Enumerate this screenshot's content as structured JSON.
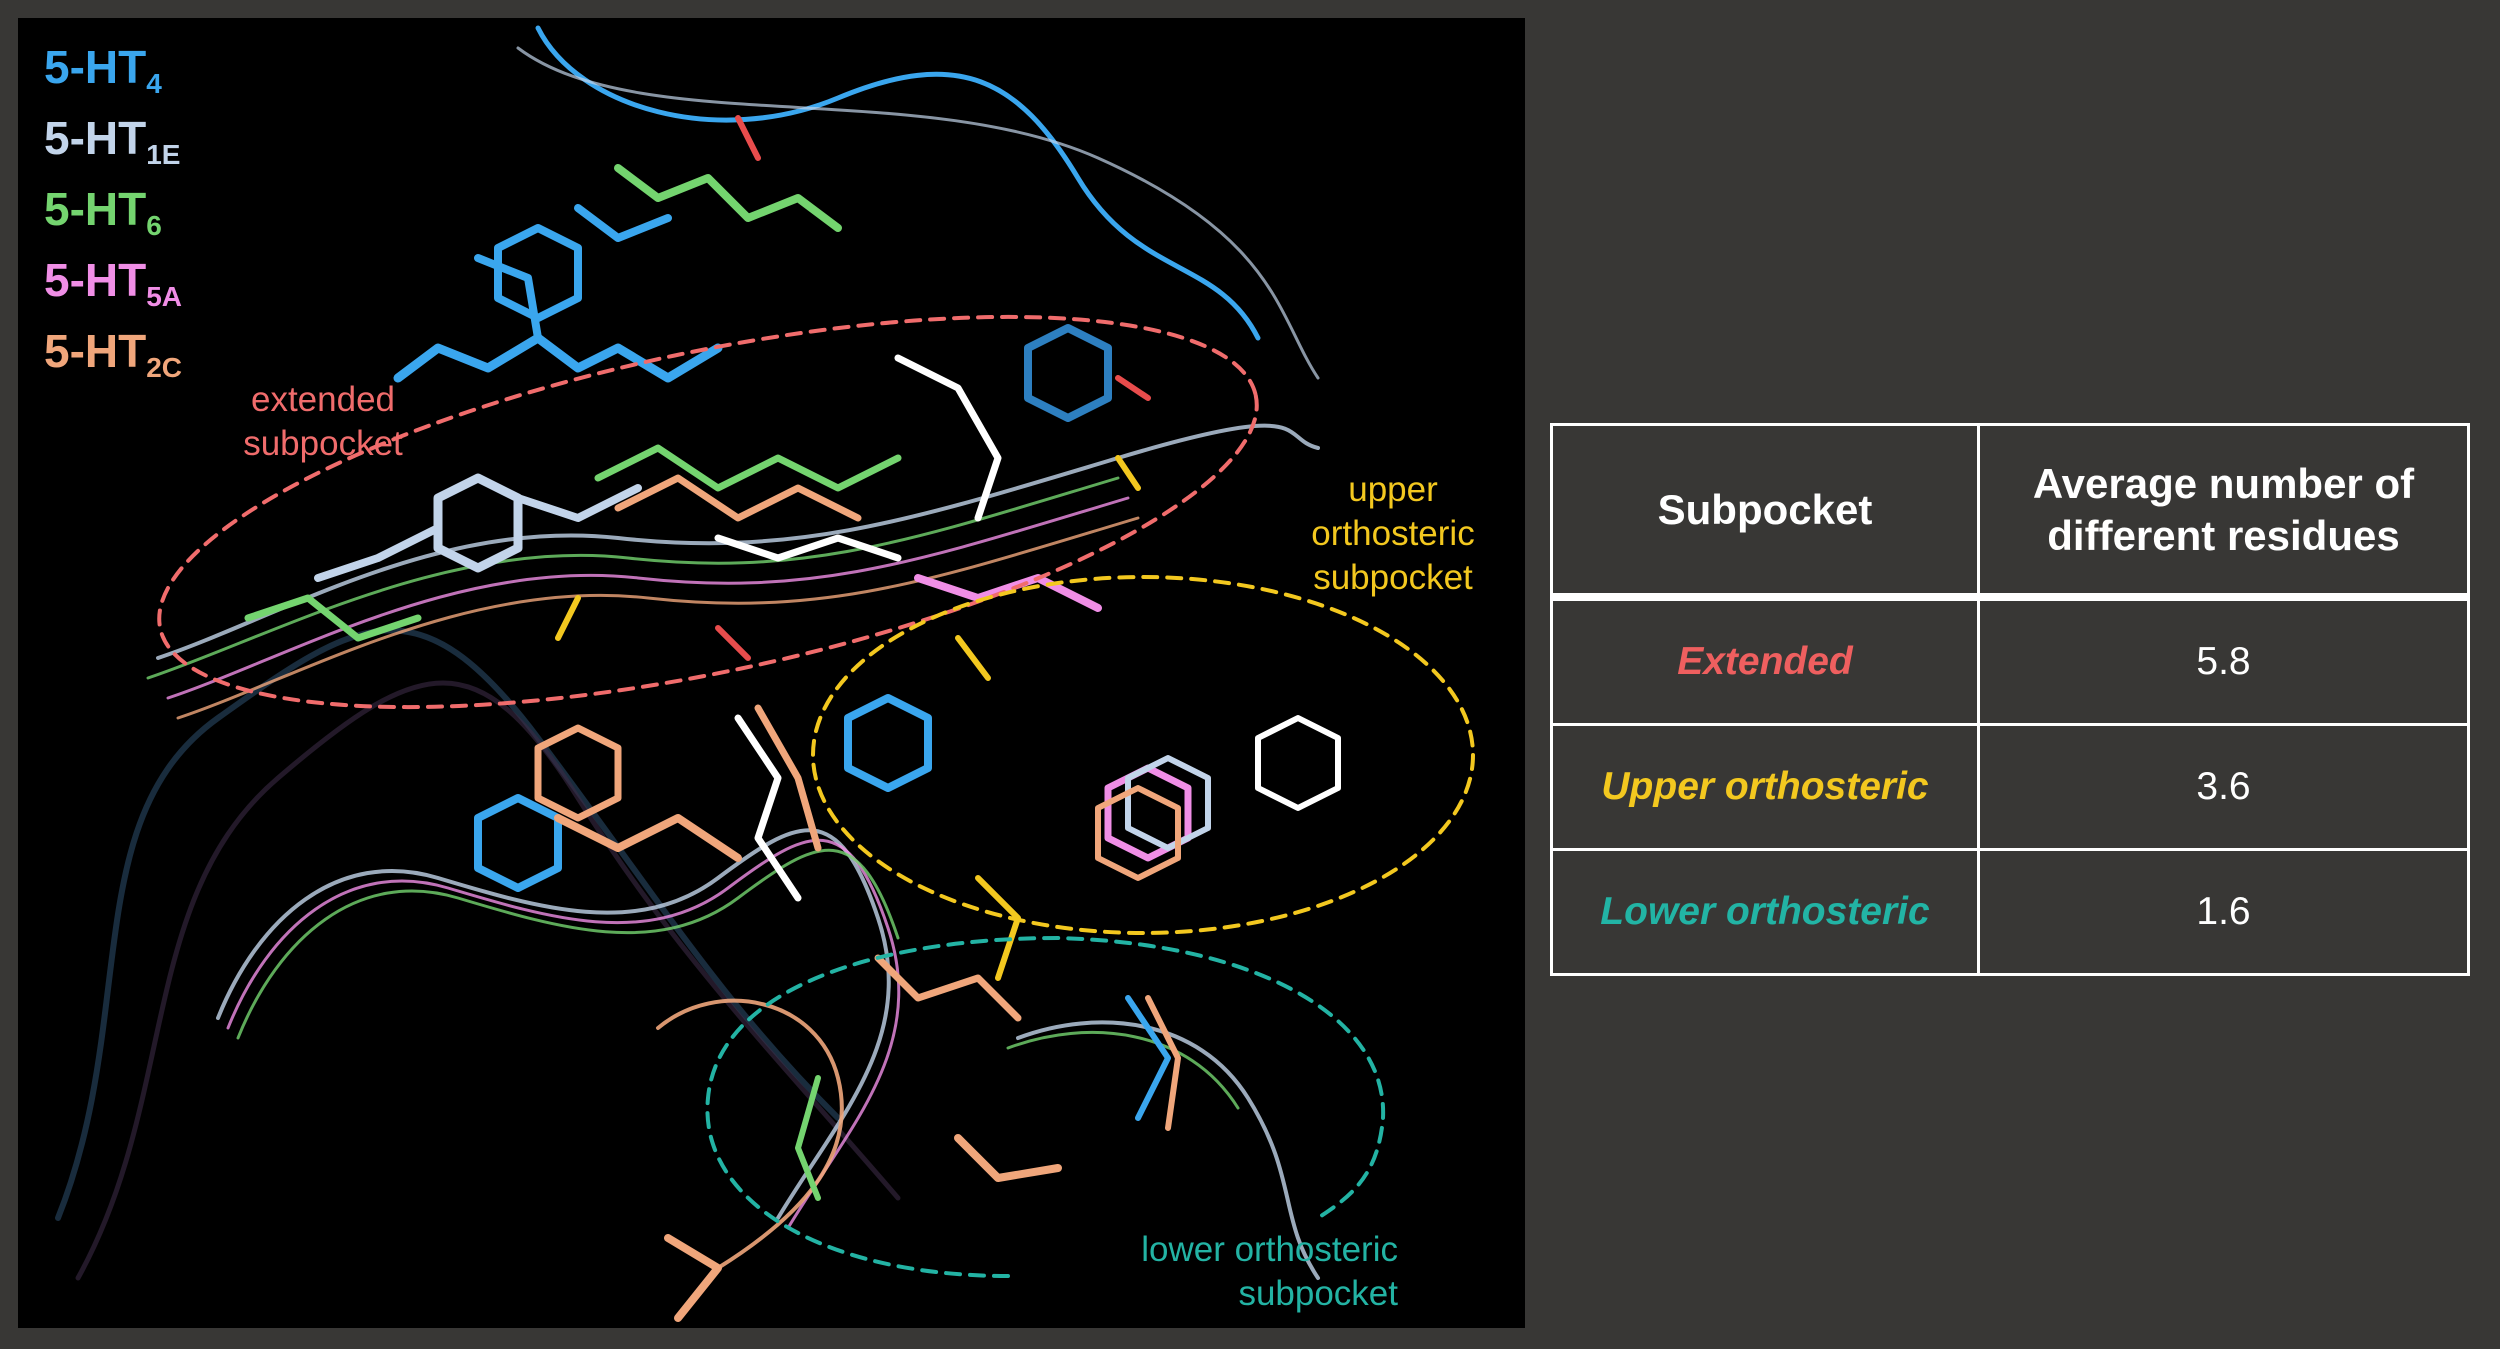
{
  "legend": [
    {
      "base": "5-HT",
      "sub": "4",
      "color": "#3aa6ee"
    },
    {
      "base": "5-HT",
      "sub": "1E",
      "color": "#c2d4ea"
    },
    {
      "base": "5-HT",
      "sub": "6",
      "color": "#74d46f"
    },
    {
      "base": "5-HT",
      "sub": "5A",
      "color": "#f08ee6"
    },
    {
      "base": "5-HT",
      "sub": "2C",
      "color": "#f0a67b"
    }
  ],
  "labels": {
    "extended": {
      "line1": "extended",
      "line2": "subpocket",
      "color": "#f06c6c"
    },
    "upper": {
      "line1": "upper",
      "line2": "orthosteric",
      "line3": "subpocket",
      "color": "#f3c81f"
    },
    "lower": {
      "line1": "lower orthosteric",
      "line2": "subpocket",
      "color": "#23b3a4"
    }
  },
  "table": {
    "headers": [
      "Subpocket",
      "Average number of different residues"
    ],
    "rows": [
      {
        "subpocket": "Extended",
        "value": "5.8",
        "color": "#ef5f5f"
      },
      {
        "subpocket": "Upper orthosteric",
        "value": "3.6",
        "color": "#f3c81f"
      },
      {
        "subpocket": "Lower orthosteric",
        "value": "1.6",
        "color": "#22b4a5"
      }
    ]
  }
}
